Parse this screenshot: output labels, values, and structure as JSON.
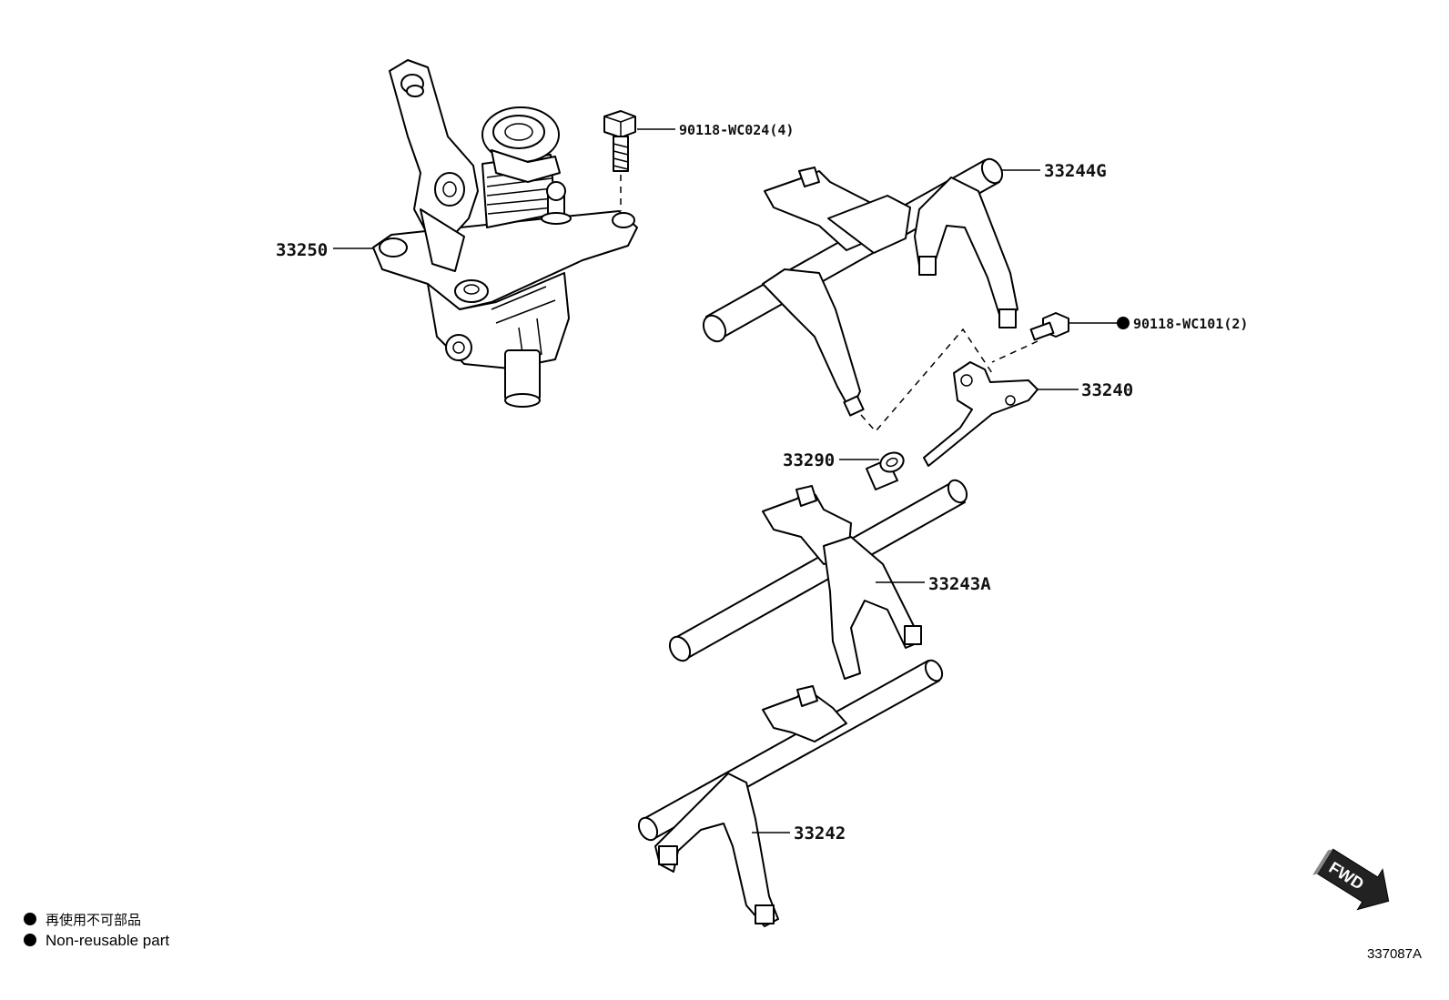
{
  "parts": {
    "p33250": "33250",
    "p90118_wc024": "90118-WC024(4)",
    "p33244g": "33244G",
    "p90118_wc101": "90118-WC101(2)",
    "p33240": "33240",
    "p33290": "33290",
    "p33243a": "33243A",
    "p33242": "33242",
    "fwd": "FWD"
  },
  "legend": {
    "japanese": "再使用不可部品",
    "english": "Non-reusable part"
  },
  "drawing_id": "337087A"
}
